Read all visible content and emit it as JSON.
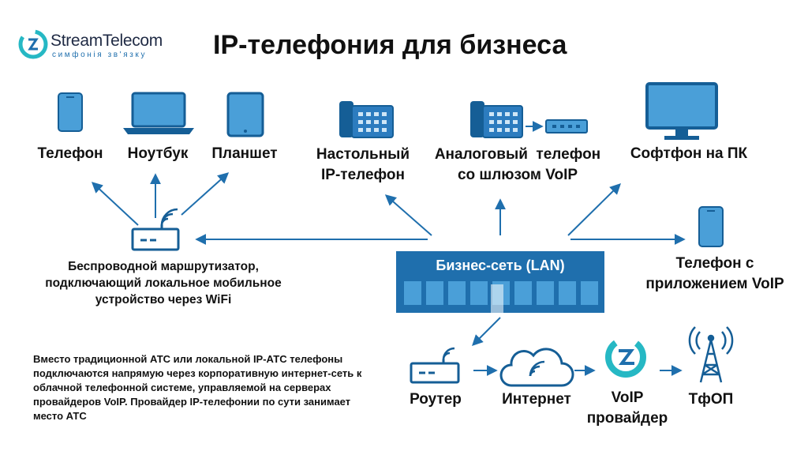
{
  "logo": {
    "name": "StreamTelecom",
    "tagline": "симфонія зв'язку"
  },
  "title": "IP-телефония для бизнеса",
  "devices": {
    "phone": "Телефон",
    "laptop": "Ноутбук",
    "tablet": "Планшет",
    "desk_phone_line1": "Настольный",
    "desk_phone_line2": "IP-телефон",
    "analog_line1": "Аналоговый  телефон",
    "analog_line2": "со шлюзом VoIP",
    "softphone": "Софтфон на ПК",
    "app_phone_line1": "Телефон с",
    "app_phone_line2": "приложением VoIP"
  },
  "router_wifi": {
    "line1": "Беспроводной маршрутизатор,",
    "line2": "подключающий локальное мобильное",
    "line3": "устройство через WiFi"
  },
  "lan": {
    "label": "Бизнес-сеть (LAN)"
  },
  "chain": {
    "router": "Роутер",
    "internet": "Интернет",
    "provider_line1": "VoIP",
    "provider_line2": "провайдер",
    "pstn": "ТфОП"
  },
  "description": "Вместо традиционной АТС или локальной IP-АТС телефоны подключаются напрямую через корпоративную интернет-сеть к облачной телефонной системе, управляемой на серверах провайдеров VoIP. Провайдер IP-телефонии по сути занимает место АТС",
  "colors": {
    "accent": "#1f6fad",
    "device_fill": "#4a9fd8",
    "dark": "#155e96",
    "logo_teal": "#26b8c4"
  }
}
